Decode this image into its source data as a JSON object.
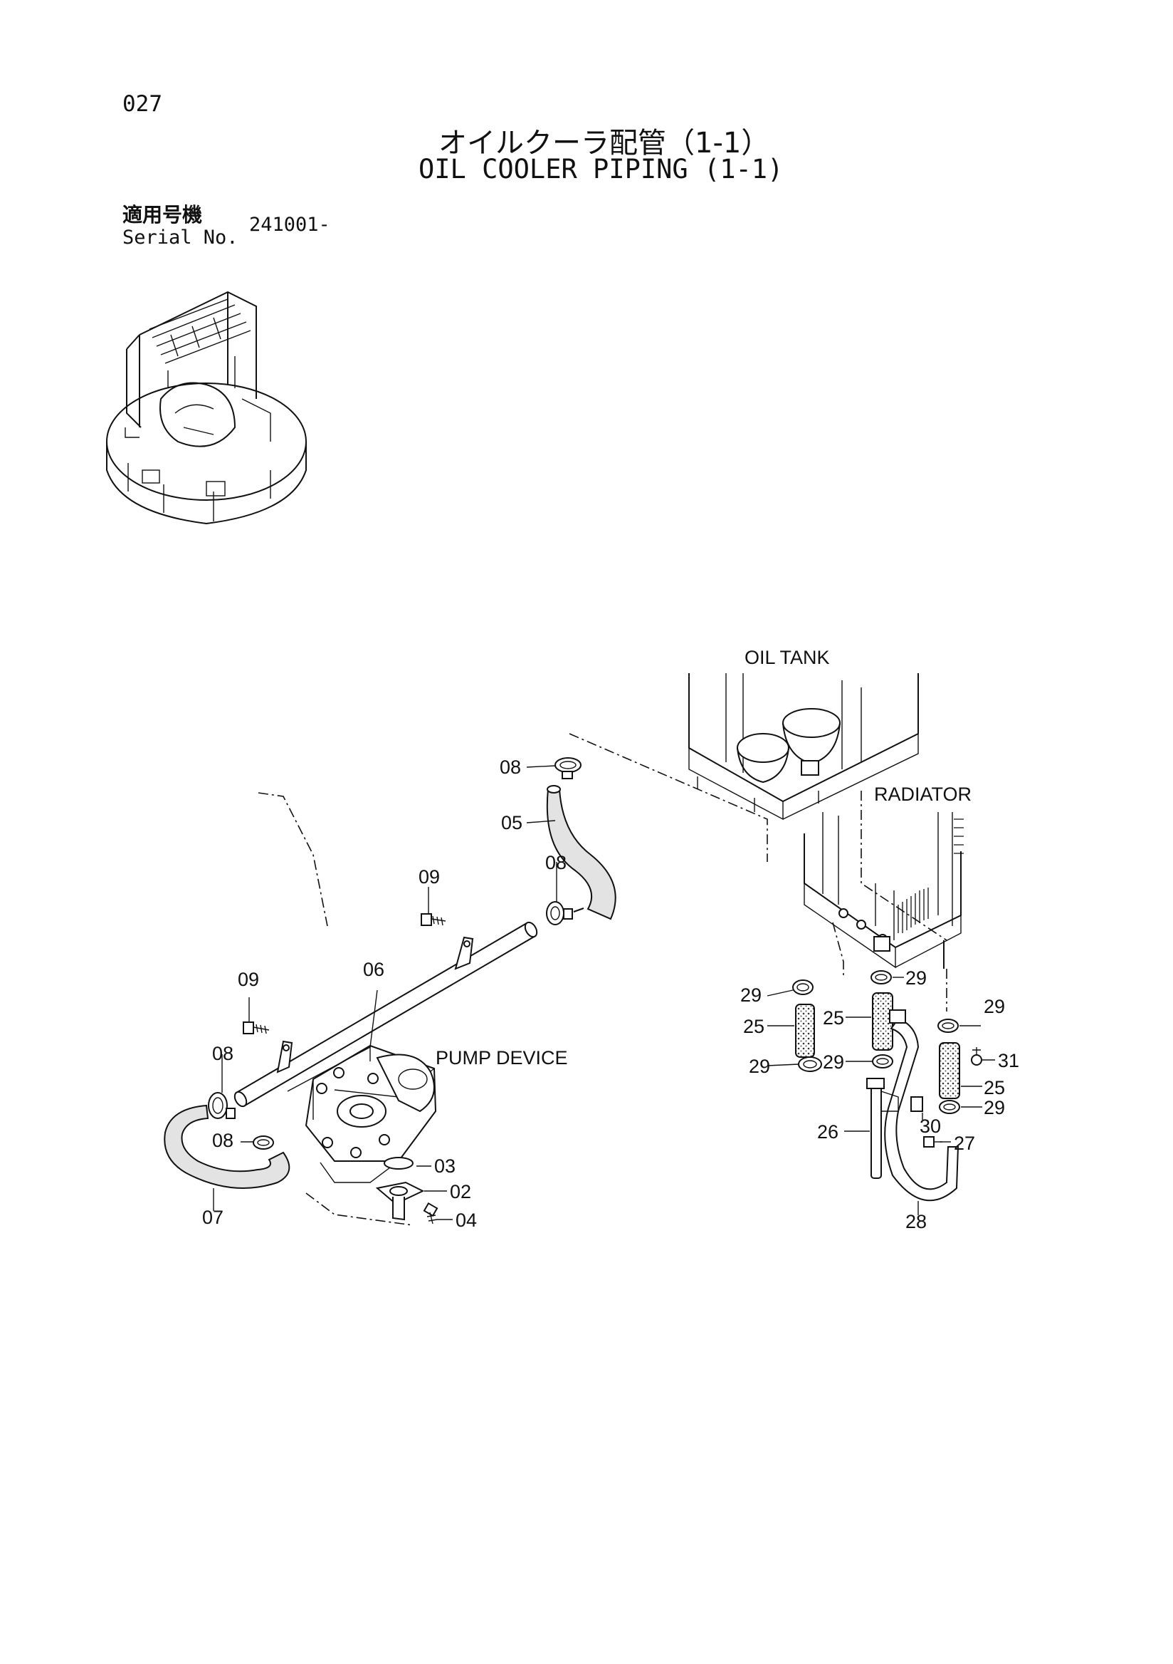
{
  "page_number": "027",
  "title_jp": "オイルクーラ配管（1-1）",
  "title_en": "OIL COOLER PIPING (1-1)",
  "serial_label_jp": "適用号機",
  "serial_label_en": "Serial No.",
  "serial_value": "241001-",
  "labels": {
    "oil_tank": "OIL TANK",
    "radiator": "RADIATOR",
    "pump_device": "PUMP DEVICE"
  },
  "callouts": {
    "c08a": "08",
    "c05": "05",
    "c08b": "08",
    "c09a": "09",
    "c06": "06",
    "c09b": "09",
    "c08c": "08",
    "c08d": "08",
    "c07": "07",
    "c03": "03",
    "c02": "02",
    "c04": "04",
    "c29a": "29",
    "c25a": "25",
    "c29b": "29",
    "c25b": "25",
    "c29c": "29",
    "c29d": "29",
    "c29e": "29",
    "c31": "31",
    "c25c": "25",
    "c29f": "29",
    "c30": "30",
    "c26": "26",
    "c27": "27",
    "c28": "28"
  }
}
